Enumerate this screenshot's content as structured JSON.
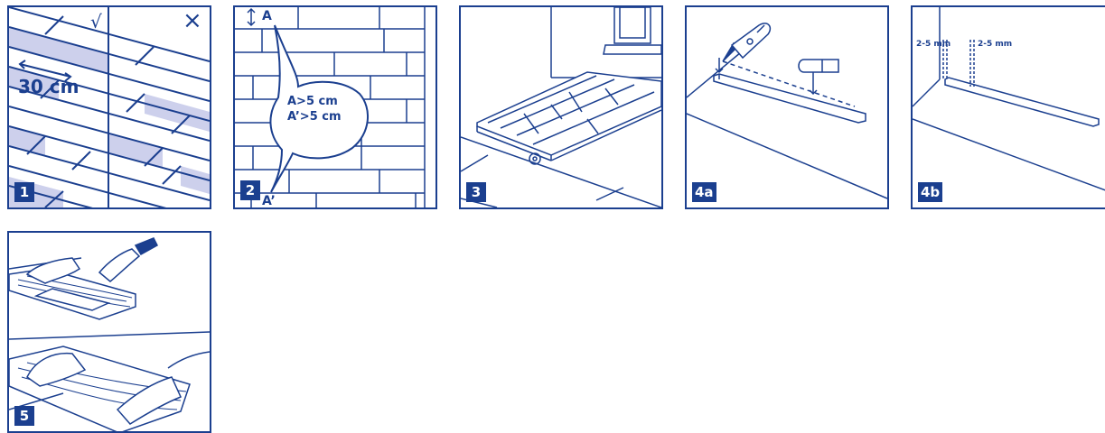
{
  "colors": {
    "ink": "#1b3f8f",
    "shade": "#cdd0ec",
    "paper": "#ffffff"
  },
  "panels": [
    {
      "step": "1",
      "mark_ok": "√",
      "mark_bad": "×",
      "distance": "30 cm"
    },
    {
      "step": "2",
      "top_label": "A",
      "bottom_label": "A’",
      "rule_1": "A>5 cm",
      "rule_2": "A’>5 cm"
    },
    {
      "step": "3"
    },
    {
      "step": "4a"
    },
    {
      "step": "4b",
      "gap_left": "2-5 mm",
      "gap_right": "2-5 mm"
    },
    {
      "step": "5"
    }
  ]
}
